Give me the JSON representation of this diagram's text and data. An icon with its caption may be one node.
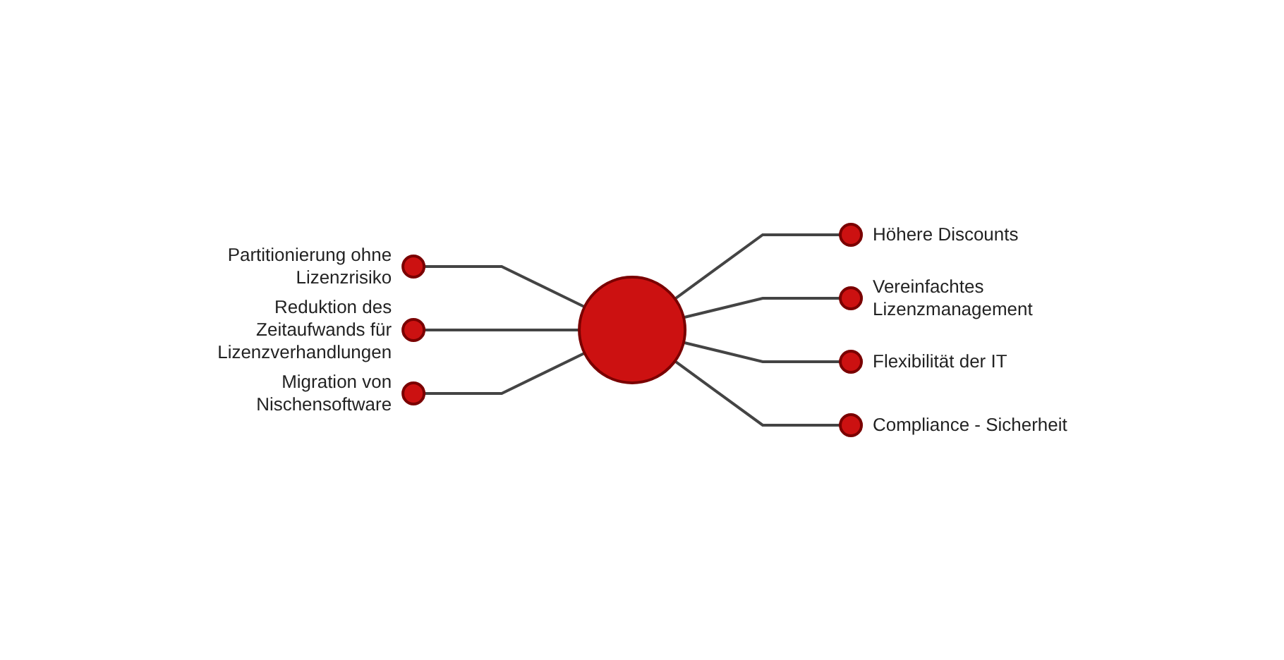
{
  "diagram": {
    "nodes": [
      {
        "text": [],
        "shape": "circle",
        "beside": [
          "Höhere Discounts"
        ]
      },
      {
        "text": [],
        "shape": "circle",
        "beside": [
          "Partitionierung ohne Lizenzrisiko"
        ]
      },
      {
        "text": [],
        "shape": "circle",
        "beside": [
          "Vereinfachtes Lizenzmanagement"
        ]
      },
      {
        "text": [],
        "shape": "circle",
        "beside": [
          "Reduktion des Zeitaufwands für Lizenzverhandlungen"
        ]
      },
      {
        "text": [],
        "shape": "circle"
      },
      {
        "text": [],
        "shape": "circle",
        "beside": [
          "Flexibilität der IT"
        ]
      },
      {
        "text": [],
        "shape": "circle",
        "beside": [
          "Migration von Nischensoftware"
        ]
      },
      {
        "text": [],
        "shape": "circle",
        "beside": [
          "Compliance - Sicherheit"
        ]
      }
    ],
    "edges": [
      {
        "from": 4,
        "to": 0,
        "arrow": "none"
      },
      {
        "from": 4,
        "to": 1,
        "arrow": "none"
      },
      {
        "from": 4,
        "to": 2,
        "arrow": "none"
      },
      {
        "from": 4,
        "to": 3,
        "arrow": "none"
      },
      {
        "from": 4,
        "to": 5,
        "arrow": "none"
      },
      {
        "from": 4,
        "to": 6,
        "arrow": "none"
      },
      {
        "from": 4,
        "to": 7,
        "arrow": "none"
      }
    ]
  }
}
